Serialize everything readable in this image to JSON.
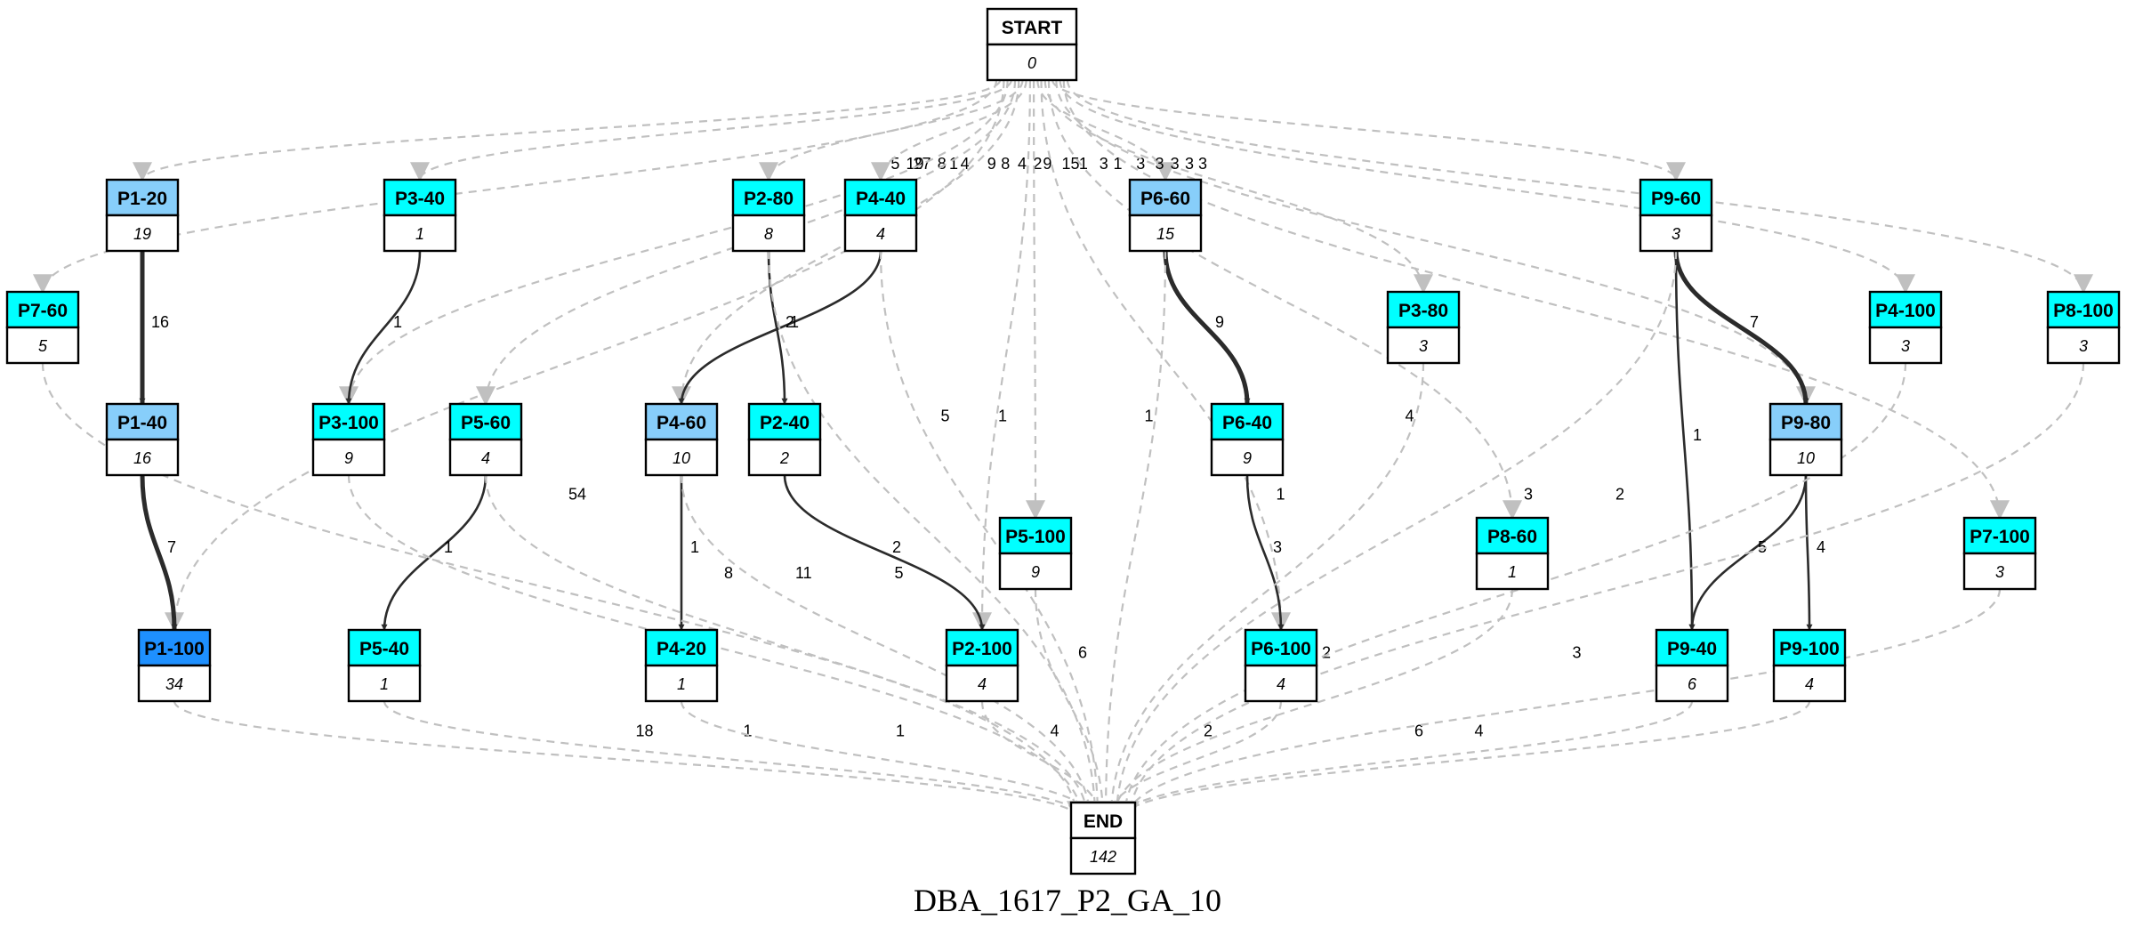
{
  "caption": "DBA_1617_P2_GA_10",
  "colors": {
    "cyan": "#00ffff",
    "light_blue": "#87cefa",
    "blue": "#1e90ff",
    "white": "#ffffff",
    "solid_edge": "#2b2b2b",
    "dashed_edge": "#c0c0c0"
  },
  "nodes": [
    {
      "id": "START",
      "label": "START",
      "count": "0",
      "fill": "white"
    },
    {
      "id": "END",
      "label": "END",
      "count": "142",
      "fill": "white"
    },
    {
      "id": "P1-20",
      "label": "P1-20",
      "count": "19",
      "fill": "light_blue"
    },
    {
      "id": "P1-40",
      "label": "P1-40",
      "count": "16",
      "fill": "light_blue"
    },
    {
      "id": "P1-100",
      "label": "P1-100",
      "count": "34",
      "fill": "blue"
    },
    {
      "id": "P7-60",
      "label": "P7-60",
      "count": "5",
      "fill": "cyan"
    },
    {
      "id": "P3-40",
      "label": "P3-40",
      "count": "1",
      "fill": "cyan"
    },
    {
      "id": "P3-100",
      "label": "P3-100",
      "count": "9",
      "fill": "cyan"
    },
    {
      "id": "P5-60",
      "label": "P5-60",
      "count": "4",
      "fill": "cyan"
    },
    {
      "id": "P5-40",
      "label": "P5-40",
      "count": "1",
      "fill": "cyan"
    },
    {
      "id": "P2-80",
      "label": "P2-80",
      "count": "8",
      "fill": "cyan"
    },
    {
      "id": "P4-40",
      "label": "P4-40",
      "count": "4",
      "fill": "cyan"
    },
    {
      "id": "P4-60",
      "label": "P4-60",
      "count": "10",
      "fill": "light_blue"
    },
    {
      "id": "P2-40",
      "label": "P2-40",
      "count": "2",
      "fill": "cyan"
    },
    {
      "id": "P4-20",
      "label": "P4-20",
      "count": "1",
      "fill": "cyan"
    },
    {
      "id": "P2-100",
      "label": "P2-100",
      "count": "4",
      "fill": "cyan"
    },
    {
      "id": "P5-100",
      "label": "P5-100",
      "count": "9",
      "fill": "cyan"
    },
    {
      "id": "P6-60",
      "label": "P6-60",
      "count": "15",
      "fill": "light_blue"
    },
    {
      "id": "P6-40",
      "label": "P6-40",
      "count": "9",
      "fill": "cyan"
    },
    {
      "id": "P6-100",
      "label": "P6-100",
      "count": "4",
      "fill": "cyan"
    },
    {
      "id": "P3-80",
      "label": "P3-80",
      "count": "3",
      "fill": "cyan"
    },
    {
      "id": "P8-60",
      "label": "P8-60",
      "count": "1",
      "fill": "cyan"
    },
    {
      "id": "P9-60",
      "label": "P9-60",
      "count": "3",
      "fill": "cyan"
    },
    {
      "id": "P9-80",
      "label": "P9-80",
      "count": "10",
      "fill": "light_blue"
    },
    {
      "id": "P9-40",
      "label": "P9-40",
      "count": "6",
      "fill": "cyan"
    },
    {
      "id": "P9-100",
      "label": "P9-100",
      "count": "4",
      "fill": "cyan"
    },
    {
      "id": "P4-100",
      "label": "P4-100",
      "count": "3",
      "fill": "cyan"
    },
    {
      "id": "P7-100",
      "label": "P7-100",
      "count": "3",
      "fill": "cyan"
    },
    {
      "id": "P8-100",
      "label": "P8-100",
      "count": "3",
      "fill": "cyan"
    }
  ],
  "edges": [
    {
      "from": "START",
      "to": "P7-60",
      "label": "5",
      "style": "dashed"
    },
    {
      "from": "START",
      "to": "P1-20",
      "label": "19",
      "style": "dashed"
    },
    {
      "from": "START",
      "to": "P1-100",
      "label": "27",
      "style": "dashed"
    },
    {
      "from": "START",
      "to": "P3-100",
      "label": "8",
      "style": "dashed"
    },
    {
      "from": "START",
      "to": "P3-40",
      "label": "1",
      "style": "dashed"
    },
    {
      "from": "START",
      "to": "P5-60",
      "label": "4",
      "style": "dashed"
    },
    {
      "from": "START",
      "to": "P4-60",
      "label": "9",
      "style": "dashed"
    },
    {
      "from": "START",
      "to": "P2-80",
      "label": "8",
      "style": "dashed"
    },
    {
      "from": "START",
      "to": "P4-40",
      "label": "4",
      "style": "dashed"
    },
    {
      "from": "START",
      "to": "P2-100",
      "label": "2",
      "style": "dashed"
    },
    {
      "from": "START",
      "to": "P5-100",
      "label": "9",
      "style": "dashed"
    },
    {
      "from": "START",
      "to": "P6-60",
      "label": "15",
      "style": "dashed"
    },
    {
      "from": "START",
      "to": "P6-100",
      "label": "1",
      "style": "dashed"
    },
    {
      "from": "START",
      "to": "P3-80",
      "label": "3",
      "style": "dashed"
    },
    {
      "from": "START",
      "to": "P8-60",
      "label": "1",
      "style": "dashed"
    },
    {
      "from": "START",
      "to": "P9-60",
      "label": "3",
      "style": "dashed"
    },
    {
      "from": "START",
      "to": "P9-80",
      "label": "3",
      "style": "dashed"
    },
    {
      "from": "START",
      "to": "P4-100",
      "label": "3",
      "style": "dashed"
    },
    {
      "from": "START",
      "to": "P7-100",
      "label": "3",
      "style": "dashed"
    },
    {
      "from": "START",
      "to": "P8-100",
      "label": "3",
      "style": "dashed"
    },
    {
      "from": "P1-20",
      "to": "P1-40",
      "label": "16",
      "style": "solid"
    },
    {
      "from": "P1-40",
      "to": "P1-100",
      "label": "7",
      "style": "solid"
    },
    {
      "from": "P3-40",
      "to": "P3-100",
      "label": "1",
      "style": "solid"
    },
    {
      "from": "P5-60",
      "to": "P5-40",
      "label": "1",
      "style": "solid"
    },
    {
      "from": "P4-40",
      "to": "P4-60",
      "label": "1",
      "style": "solid"
    },
    {
      "from": "P2-80",
      "to": "P2-40",
      "label": "2",
      "style": "solid"
    },
    {
      "from": "P4-60",
      "to": "P4-20",
      "label": "1",
      "style": "solid"
    },
    {
      "from": "P2-40",
      "to": "P2-100",
      "label": "2",
      "style": "solid"
    },
    {
      "from": "P6-60",
      "to": "P6-40",
      "label": "9",
      "style": "solid"
    },
    {
      "from": "P6-40",
      "to": "P6-100",
      "label": "3",
      "style": "solid"
    },
    {
      "from": "P9-60",
      "to": "P9-80",
      "label": "7",
      "style": "solid"
    },
    {
      "from": "P9-60",
      "to": "P9-40",
      "label": "1",
      "style": "solid"
    },
    {
      "from": "P9-80",
      "to": "P9-40",
      "label": "5",
      "style": "solid"
    },
    {
      "from": "P9-80",
      "to": "P9-100",
      "label": "4",
      "style": "solid"
    },
    {
      "from": "P7-60",
      "to": "END",
      "label": "54",
      "style": "dashed"
    },
    {
      "from": "P1-100",
      "to": "END",
      "label": "18",
      "style": "dashed"
    },
    {
      "from": "P3-100",
      "to": "END",
      "label": "8",
      "style": "dashed"
    },
    {
      "from": "P5-60",
      "to": "END",
      "label": "11",
      "style": "dashed"
    },
    {
      "from": "P5-40",
      "to": "END",
      "label": "1",
      "style": "dashed"
    },
    {
      "from": "P2-80",
      "to": "END",
      "label": "5",
      "style": "dashed"
    },
    {
      "from": "P4-40",
      "to": "END",
      "label": "1",
      "style": "dashed"
    },
    {
      "from": "P4-60",
      "to": "END",
      "label": "5",
      "style": "dashed"
    },
    {
      "from": "P4-20",
      "to": "END",
      "label": "1",
      "style": "dashed"
    },
    {
      "from": "P2-100",
      "to": "END",
      "label": "4",
      "style": "dashed"
    },
    {
      "from": "P5-100",
      "to": "END",
      "label": "6",
      "style": "dashed"
    },
    {
      "from": "P6-60",
      "to": "END",
      "label": "1",
      "style": "dashed"
    },
    {
      "from": "P6-100",
      "to": "END",
      "label": "2",
      "style": "dashed"
    },
    {
      "from": "P3-80",
      "to": "END",
      "label": "1",
      "style": "dashed"
    },
    {
      "from": "P8-60",
      "to": "END",
      "label": "2",
      "style": "dashed"
    },
    {
      "from": "P9-60",
      "to": "END",
      "label": "4",
      "style": "dashed"
    },
    {
      "from": "P9-40",
      "to": "END",
      "label": "6",
      "style": "dashed"
    },
    {
      "from": "P9-100",
      "to": "END",
      "label": "4",
      "style": "dashed"
    },
    {
      "from": "P4-100",
      "to": "END",
      "label": "3",
      "style": "dashed"
    },
    {
      "from": "P7-100",
      "to": "END",
      "label": "3",
      "style": "dashed"
    },
    {
      "from": "P8-100",
      "to": "END",
      "label": "2",
      "style": "dashed"
    }
  ]
}
